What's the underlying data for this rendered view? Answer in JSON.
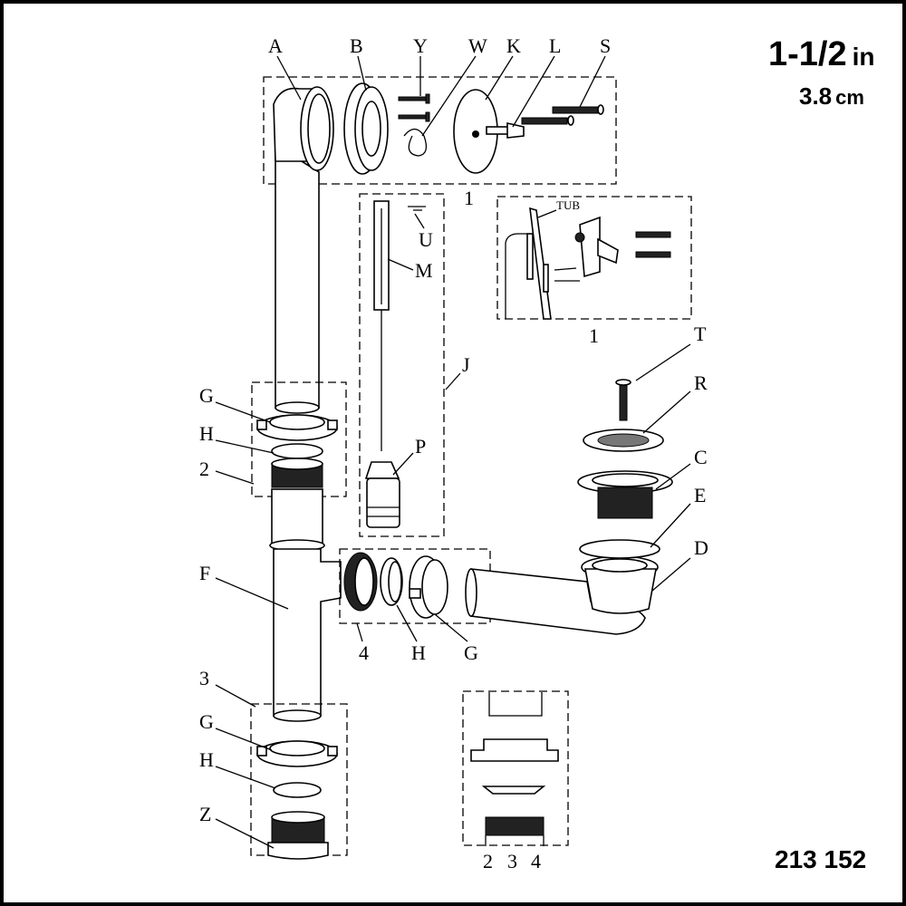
{
  "size": {
    "nominal": "1-1/2",
    "nominal_unit": "in",
    "metric": "3.8",
    "metric_unit": "cm"
  },
  "model_number": "213 152",
  "detail_1": {
    "tub_label": "TUB",
    "number": "1"
  },
  "labels": {
    "A": "A",
    "B": "B",
    "Y": "Y",
    "W": "W",
    "K": "K",
    "L": "L",
    "S": "S",
    "one_top": "1",
    "U": "U",
    "M": "M",
    "J": "J",
    "P": "P",
    "T": "T",
    "R": "R",
    "C": "C",
    "E": "E",
    "D": "D",
    "G_upper": "G",
    "H_upper": "H",
    "two": "2",
    "F": "F",
    "four": "4",
    "H_mid": "H",
    "G_mid": "G",
    "three": "3",
    "G_lower": "G",
    "H_lower": "H",
    "Z": "Z"
  },
  "inset_numbers": [
    "2",
    "3",
    "4"
  ]
}
